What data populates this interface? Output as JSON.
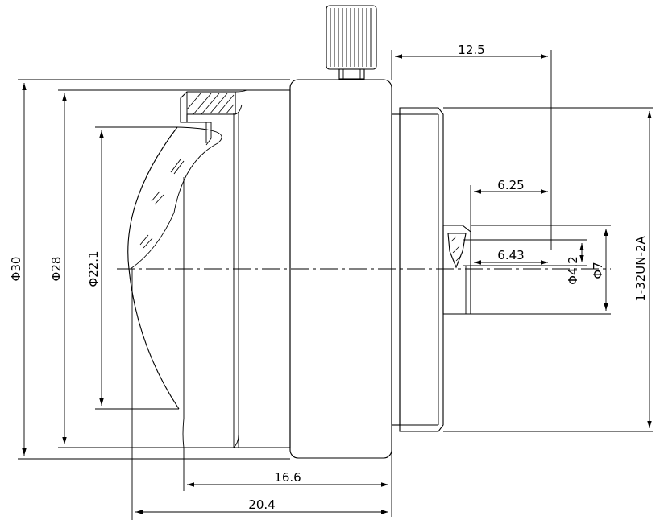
{
  "drawing": {
    "dimensions": {
      "overall_length": "20.4",
      "flange_length": "16.6",
      "knob_offset": "12.5",
      "inner_depth_1": "6.25",
      "inner_depth_2": "6.43",
      "outer_diameter": "Φ30",
      "lens_diameter": "Φ28",
      "clear_aperture": "Φ22.1",
      "aperture_diameter": "Φ4.2",
      "bore_diameter": "Φ7",
      "thread_spec": "1-32UN-2A"
    }
  }
}
